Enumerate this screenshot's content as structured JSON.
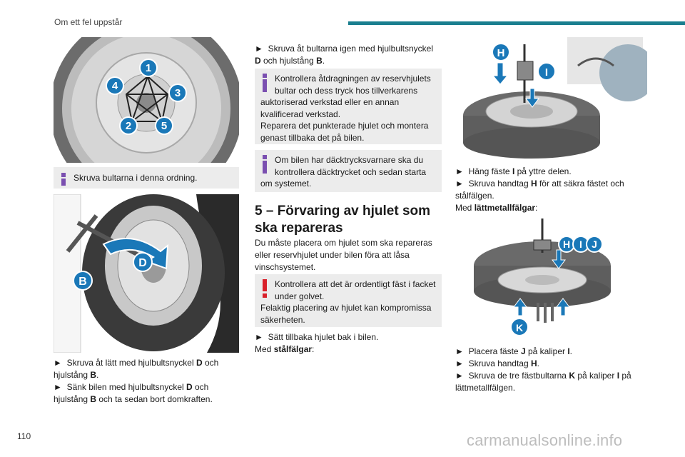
{
  "header": {
    "title": "Om ett fel uppstår",
    "accent_color": "#1a7f8f"
  },
  "footer": {
    "page_number": "110",
    "watermark": "carmanualsonline.info"
  },
  "col1": {
    "fig1_labels": [
      "1",
      "2",
      "3",
      "4",
      "5"
    ],
    "note1": "Skruva bultarna i denna ordning.",
    "fig2_labels": [
      "B",
      "D"
    ],
    "step1_pre": "Skruva åt lätt med hjulbultsnyckel ",
    "step1_d": "D",
    "step1_mid": " och hjulstång ",
    "step1_b": "B",
    "step1_end": ".",
    "step2_pre": "Sänk bilen med hjulbultsnyckel ",
    "step2_d": "D",
    "step2_mid": " och hjulstång ",
    "step2_b": "B",
    "step2_end": " och ta sedan bort domkraften."
  },
  "col2": {
    "step3_pre": "Skruva åt bultarna igen med hjulbultsnyckel ",
    "step3_d": "D",
    "step3_mid": " och hjulstång ",
    "step3_b": "B",
    "step3_end": ".",
    "note2_l1": "Kontrollera åtdragningen av reservhjulets bultar och dess tryck hos tillverkarens auktoriserad verkstad eller en annan kvalificerad verkstad.",
    "note2_l2": "Reparera det punkterade hjulet och montera genast tillbaka det på bilen.",
    "note3": "Om bilen har däcktrycksvarnare ska du kontrollera däcktrycket och sedan starta om systemet.",
    "heading": "5 – Förvaring av hjulet som ska repareras",
    "intro": "Du måste placera om hjulet som ska repareras eller reservhjulet under bilen föra att låsa vinschsystemet.",
    "warn_l1": "Kontrollera att det är ordentligt fäst i facket under golvet.",
    "warn_l2": "Felaktig placering av hjulet kan kompromissa säkerheten.",
    "step4": "Sätt tillbaka hjulet bak i bilen.",
    "steel_pre": "Med ",
    "steel_b": "stålfälgar",
    "steel_end": ":"
  },
  "col3": {
    "fig3_labels": [
      "H",
      "I"
    ],
    "step5_pre": "Häng fäste ",
    "step5_b": "I",
    "step5_end": " på yttre delen.",
    "step6_pre": "Skruva handtag ",
    "step6_b": "H",
    "step6_end": " för att säkra fästet och stålfälgen.",
    "alloy_pre": "Med ",
    "alloy_b": "lättmetallfälgar",
    "alloy_end": ":",
    "fig4_labels": [
      "H",
      "I",
      "J",
      "K"
    ],
    "step7_pre": "Placera fäste ",
    "step7_j": "J",
    "step7_mid": " på kaliper ",
    "step7_i": "I",
    "step7_end": ".",
    "step8_pre": "Skruva handtag ",
    "step8_b": "H",
    "step8_end": ".",
    "step9_pre": "Skruva de tre fästbultarna ",
    "step9_k": "K",
    "step9_mid": " på kaliper ",
    "step9_i": "I",
    "step9_end": " på lättmetallfälgen."
  },
  "bullet": "►",
  "colors": {
    "callout_blue": "#1a78b8",
    "note_marker": "#7a4fb0",
    "warn_marker": "#d9202a",
    "note_bg": "#ececec"
  }
}
